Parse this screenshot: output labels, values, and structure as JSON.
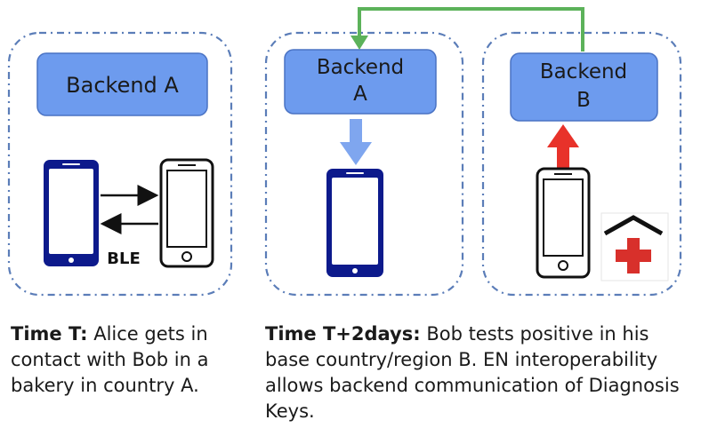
{
  "panels": {
    "time_t": {
      "backend_label": "Backend A",
      "connection_label": "BLE"
    },
    "time_t2": {
      "backend_a_label_line1": "Backend",
      "backend_a_label_line2": "A",
      "backend_b_label_line1": "Backend",
      "backend_b_label_line2": "B"
    }
  },
  "captions": {
    "left": {
      "heading": "Time T:",
      "body": " Alice gets in contact with Bob in a bakery in country A."
    },
    "right": {
      "heading": "Time T+2days:",
      "body": " Bob tests positive in his base country/region B. EN interoperability allows backend communication of Diagnosis Keys."
    }
  },
  "colors": {
    "panel_border": "#5b7db8",
    "backend_fill": "#6d9bee",
    "phone_alice": "#0d1a8c",
    "phone_bob": "#111111",
    "arrow_down": "#7fa6ef",
    "arrow_up": "#e8322a",
    "connector": "#5cb25a",
    "medical_cross": "#d8302b"
  },
  "icons": {
    "medical": "health-center-icon"
  }
}
